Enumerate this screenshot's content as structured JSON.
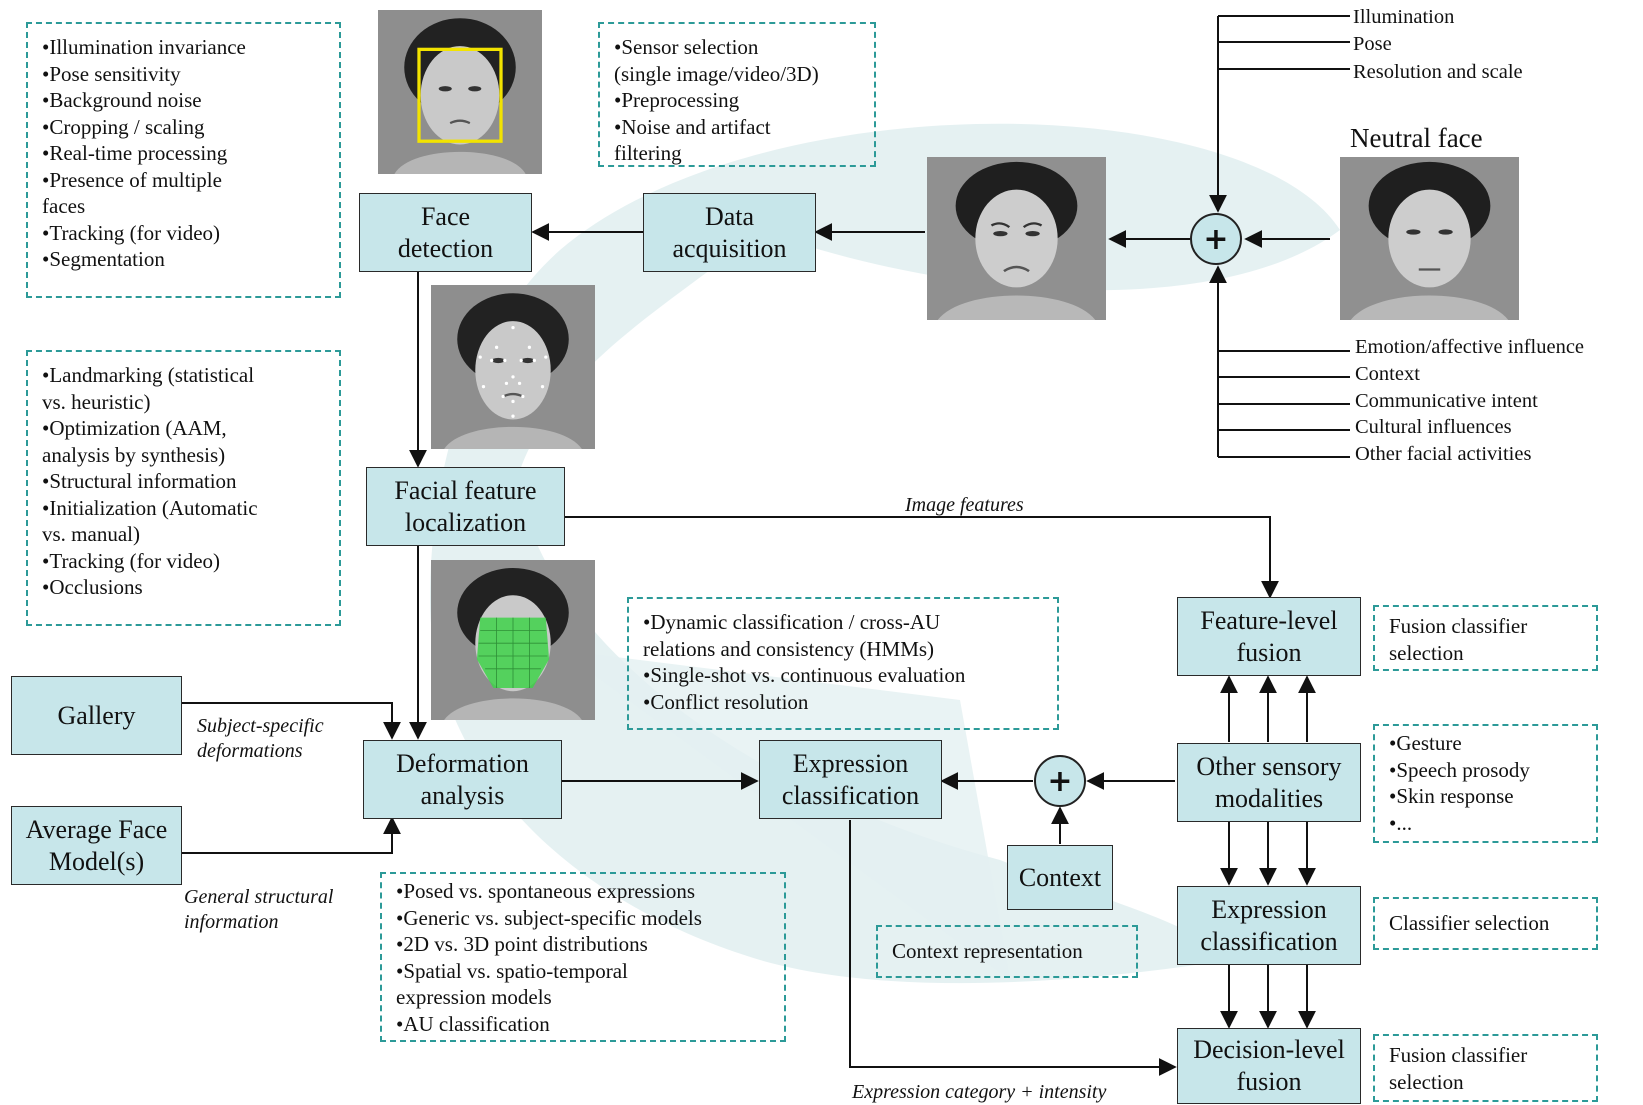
{
  "boxes": {
    "face_detection": "Face\ndetection",
    "data_acquisition": "Data\nacquisition",
    "facial_feature_localization": "Facial feature\nlocalization",
    "gallery": "Gallery",
    "average_face_model": "Average Face\nModel(s)",
    "deformation_analysis": "Deformation\nanalysis",
    "expression_classification_main": "Expression\nclassification",
    "context": "Context",
    "feature_level_fusion": "Feature-level\nfusion",
    "other_sensory_modalities": "Other sensory\nmodalities",
    "expression_classification_right": "Expression\nclassification",
    "decision_level_fusion": "Decision-level\nfusion"
  },
  "sum_symbol": "+",
  "neutral_face_title": "Neutral face",
  "notes": {
    "face_detection_issues": [
      "•Illumination invariance",
      "•Pose sensitivity",
      "•Background noise",
      "•Cropping / scaling",
      "•Real-time processing",
      "•Presence of multiple\nfaces",
      "•Tracking (for video)",
      "•Segmentation"
    ],
    "acquisition_issues": [
      "•Sensor selection\n(single image/video/3D)",
      "•Preprocessing",
      "•Noise and artifact\nfiltering"
    ],
    "localization_issues": [
      "•Landmarking (statistical\nvs. heuristic)",
      "•Optimization (AAM,\nanalysis by synthesis)",
      "•Structural information",
      "•Initialization (Automatic\nvs. manual)",
      "•Tracking (for video)",
      "•Occlusions"
    ],
    "classification_issues": [
      "•Dynamic classification / cross-AU\nrelations and consistency (HMMs)",
      "•Single-shot vs. continuous evaluation",
      "•Conflict resolution"
    ],
    "deformation_issues": [
      "•Posed vs. spontaneous expressions",
      "•Generic vs. subject-specific models",
      "•2D vs. 3D point distributions",
      "•Spatial vs. spatio-temporal\nexpression models",
      "•AU classification"
    ],
    "context_representation": [
      "Context representation"
    ],
    "fusion_classifier_top": [
      "Fusion classifier\nselection"
    ],
    "modalities": [
      "•Gesture",
      "•Speech prosody",
      "•Skin response",
      "•..."
    ],
    "classifier_selection": [
      "Classifier selection"
    ],
    "fusion_classifier_bottom": [
      "Fusion classifier\nselection"
    ]
  },
  "top_influences": [
    "Illumination",
    "Pose",
    "Resolution and scale"
  ],
  "bottom_influences": [
    "Emotion/affective influence",
    "Context",
    "Communicative intent",
    "Cultural influences",
    "Other facial activities"
  ],
  "edge_labels": {
    "image_features": "Image features",
    "subject_specific": "Subject-specific\ndeformations",
    "general_structural": "General structural\ninformation",
    "expression_category": "Expression category + intensity"
  },
  "colors": {
    "box_fill": "#c7e6ea",
    "dashed_border": "#2c9a98",
    "face_box": "#f2e300",
    "mesh_green": "#3fd24a",
    "flow_swoosh": "#dcecee"
  },
  "photos": {
    "detection": "face-with-bounding-box-photo",
    "landmarks": "face-with-landmarks-photo",
    "mesh": "face-with-mesh-photo",
    "expressive": "expressive-face-photo",
    "neutral": "neutral-face-photo"
  }
}
